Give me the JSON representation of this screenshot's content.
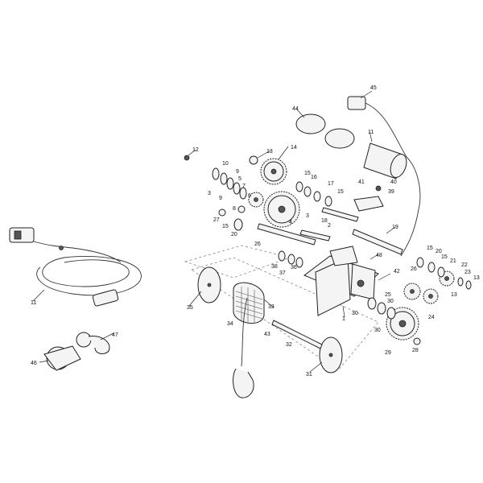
{
  "callouts": {
    "c1": "1",
    "c2": "2",
    "c3": "3",
    "c4": "4",
    "c5": "5",
    "c6": "6",
    "c7": "7",
    "c8": "8",
    "c9": "9",
    "c10": "10",
    "c11": "11",
    "c12": "12",
    "c13": "13",
    "c14": "14",
    "c15": "15",
    "c16": "16",
    "c17": "17",
    "c18": "18",
    "c19": "19",
    "c20": "20",
    "c21": "21",
    "c22": "22",
    "c23": "23",
    "c24": "24",
    "c25": "25",
    "c26": "26",
    "c27": "27",
    "c28": "28",
    "c29": "29",
    "c30": "30",
    "c31": "31",
    "c32": "32",
    "c33": "33",
    "c34": "34",
    "c35": "35",
    "c36": "36",
    "c37": "37",
    "c38": "38",
    "c39": "39",
    "c40": "40",
    "c41": "41",
    "c42": "42",
    "c43": "43",
    "c44": "44",
    "c45": "45",
    "c46": "46",
    "c47": "47",
    "c48": "48"
  }
}
